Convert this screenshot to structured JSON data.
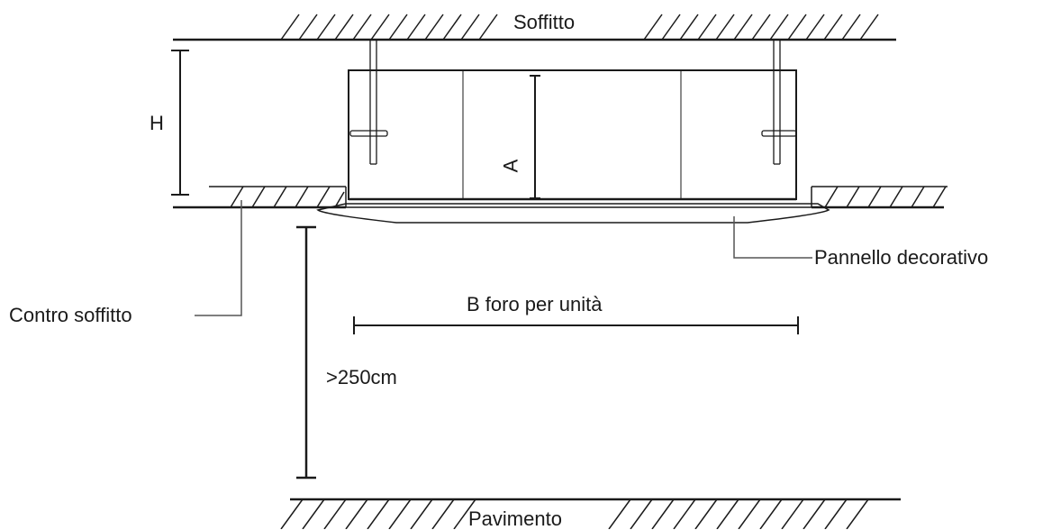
{
  "labels": {
    "ceiling": "Soffitto",
    "floor": "Pavimento",
    "decorative_panel": "Pannello decorativo",
    "false_ceiling": "Contro soffitto",
    "unit_hole": "B foro per unità",
    "min_height": ">250cm",
    "dim_h": "H",
    "dim_a": "A"
  },
  "colors": {
    "line": "#1a1a1a",
    "background": "#ffffff"
  }
}
